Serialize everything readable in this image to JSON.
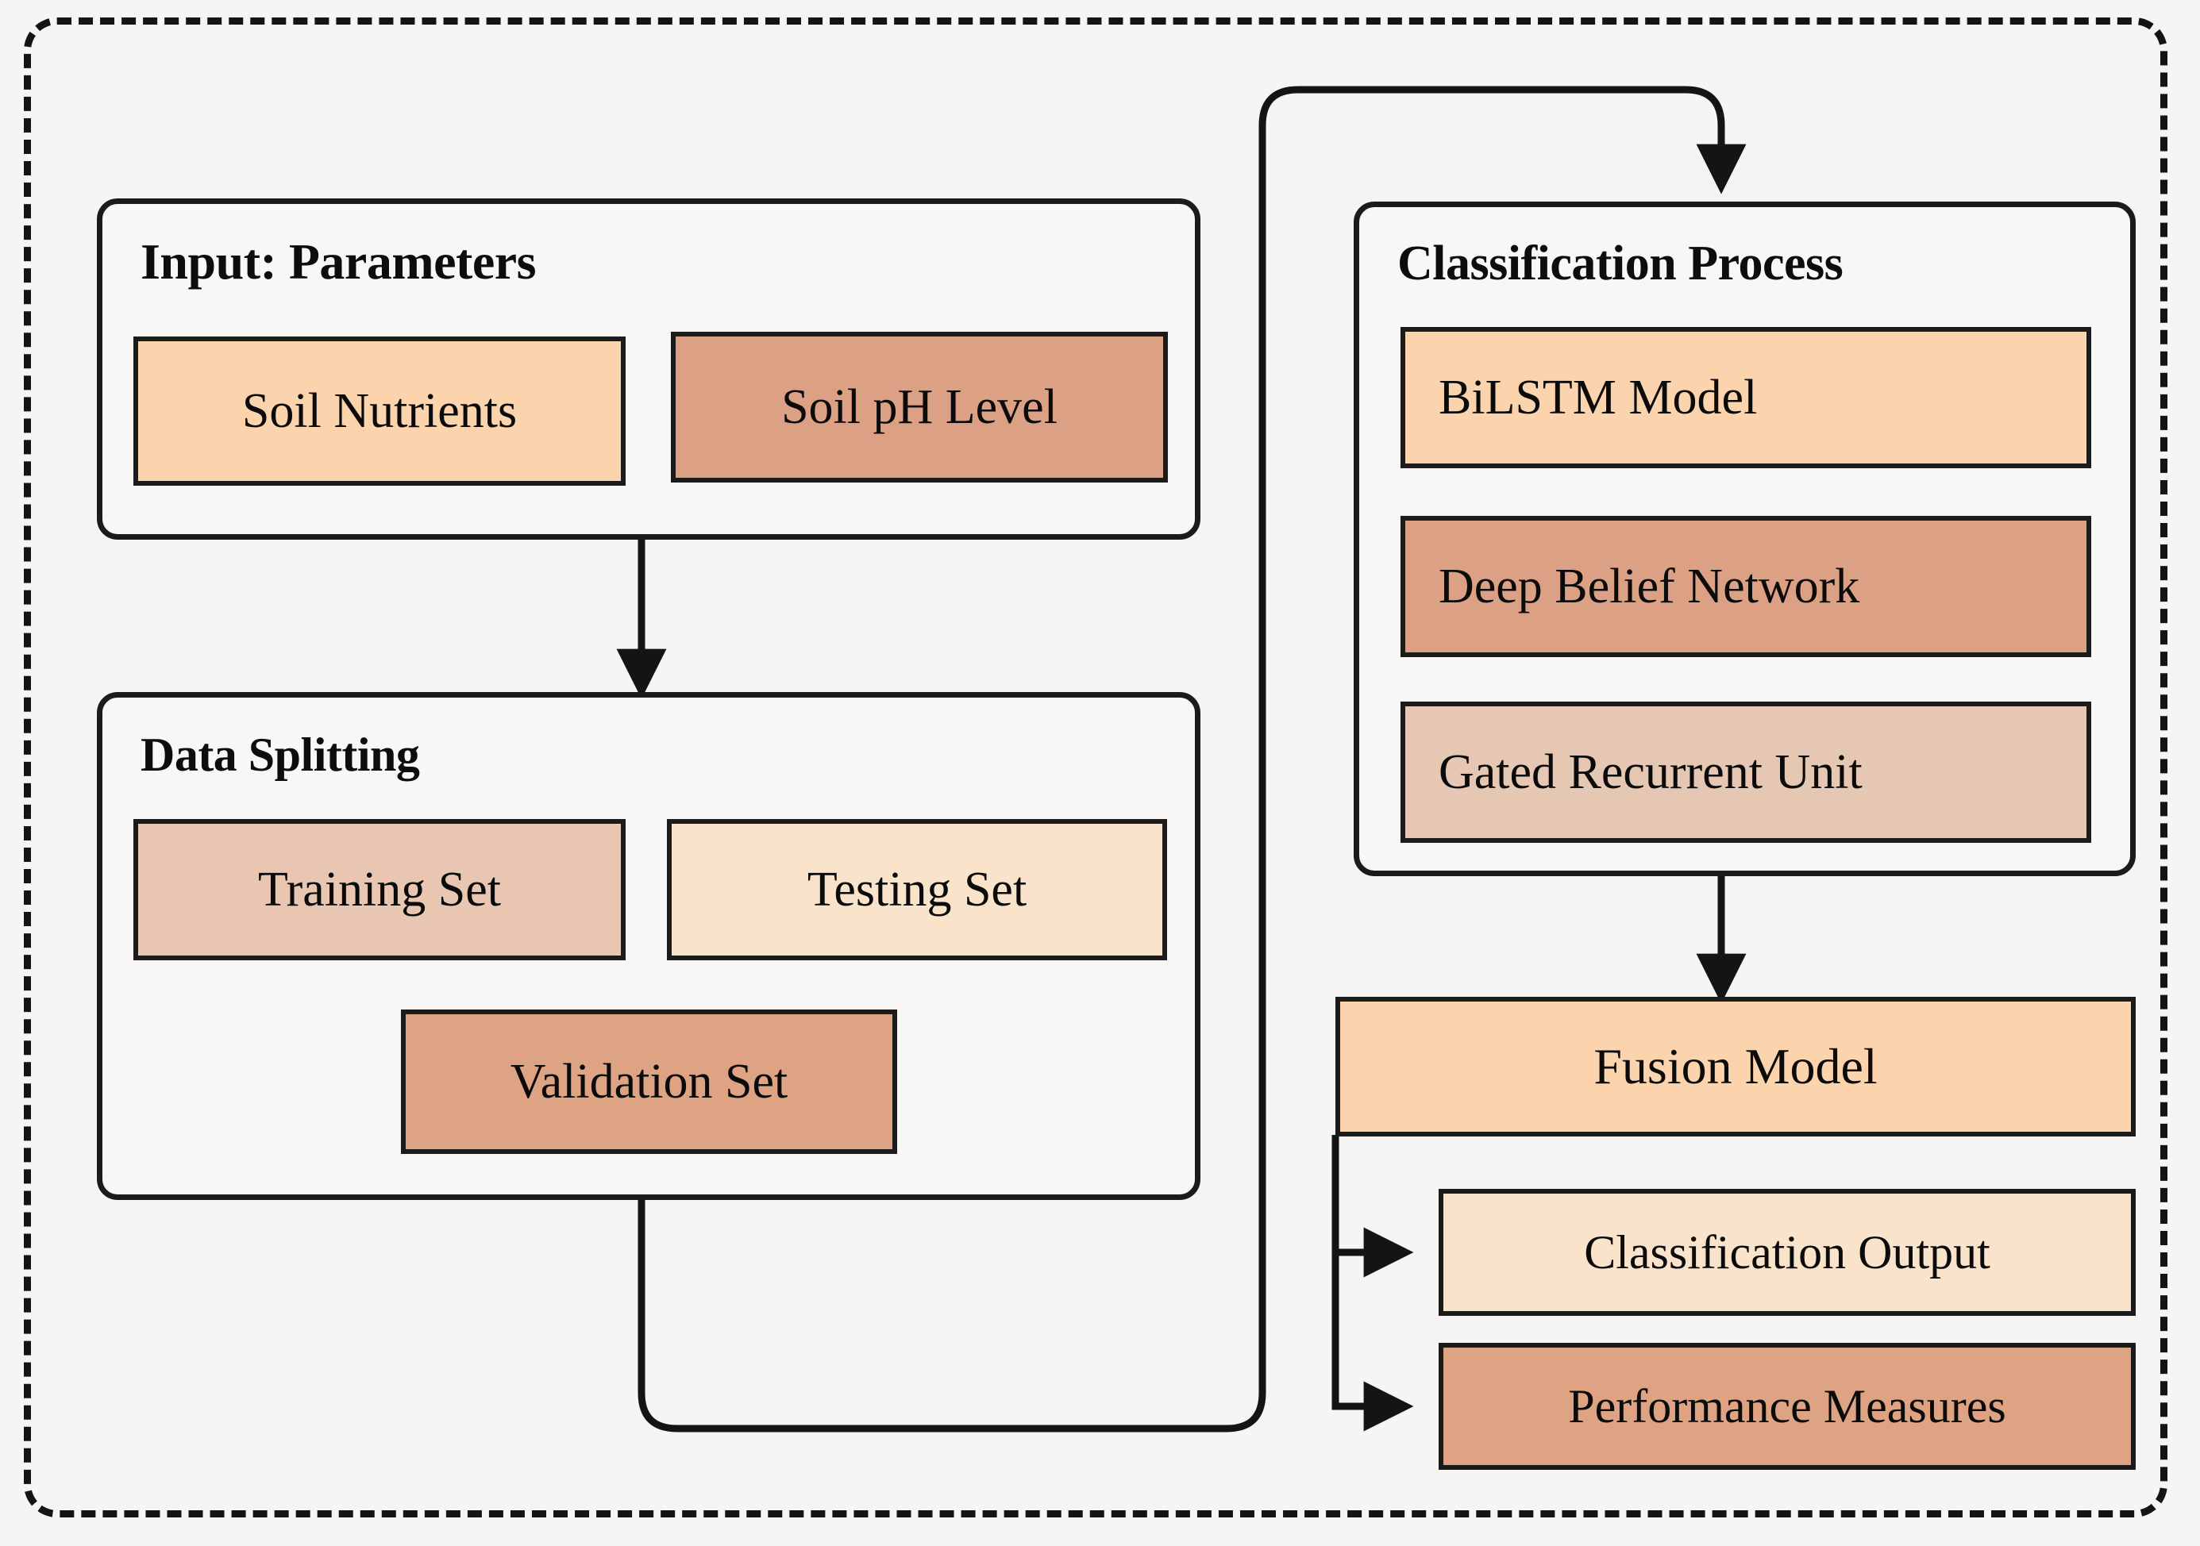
{
  "diagram": {
    "title": "Soil classification deep-learning pipeline flowchart",
    "background_color": "#f6f5f4",
    "frame_style": "dashed-rounded",
    "frame_color": "#141414"
  },
  "panels": {
    "input": {
      "title": "Input: Parameters",
      "nodes": [
        {
          "label": "Soil Nutrients",
          "color": "#fbd3ac"
        },
        {
          "label": "Soil pH Level",
          "color": "#dca184"
        }
      ]
    },
    "data_splitting": {
      "title": "Data Splitting",
      "nodes": [
        {
          "label": "Training Set",
          "color": "#e9c6b2"
        },
        {
          "label": "Testing Set",
          "color": "#fae3cb"
        },
        {
          "label": "Validation Set",
          "color": "#dda383"
        }
      ]
    },
    "classification": {
      "title": "Classification Process",
      "nodes": [
        {
          "label": "BiLSTM Model",
          "color": "#fbd3ac"
        },
        {
          "label": "Deep Belief Network",
          "color": "#dca184"
        },
        {
          "label": "Gated Recurrent Unit",
          "color": "#e6c7b4"
        }
      ]
    }
  },
  "output_nodes": [
    {
      "label": "Fusion Model",
      "color": "#fbd3ac"
    },
    {
      "label": "Classification Output",
      "color": "#fae3cb"
    },
    {
      "label": "Performance Measures",
      "color": "#dda383"
    }
  ],
  "connectors": [
    {
      "name": "input-to-data-splitting",
      "from": "Input: Parameters",
      "to": "Data Splitting",
      "arrow": true
    },
    {
      "name": "data-splitting-to-classification",
      "from": "Data Splitting",
      "to": "Classification Process",
      "arrow": true
    },
    {
      "name": "classification-to-fusion",
      "from": "Classification Process",
      "to": "Fusion Model",
      "arrow": true
    },
    {
      "name": "fusion-to-classification-output",
      "from": "Fusion Model",
      "to": "Classification Output",
      "arrow": true
    },
    {
      "name": "fusion-to-performance-measures",
      "from": "Fusion Model",
      "to": "Performance Measures",
      "arrow": true
    }
  ]
}
